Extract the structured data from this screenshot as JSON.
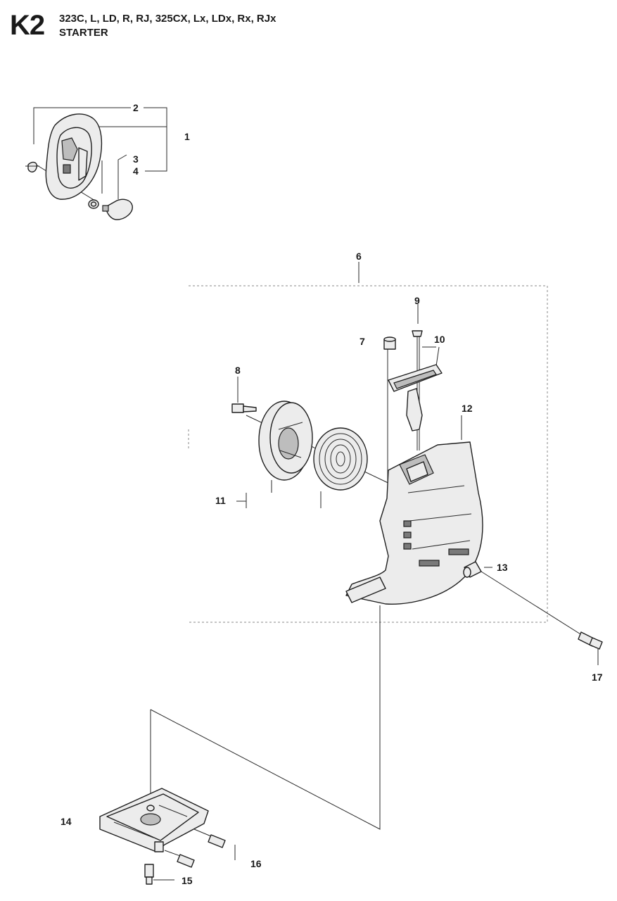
{
  "header": {
    "page_code": "K2",
    "models": "323C, L, LD, R, RJ, 325CX, Lx, LDx, Rx, RJx",
    "section_title": "STARTER"
  },
  "callouts": {
    "c1": "1",
    "c2": "2",
    "c3": "3",
    "c4": "4",
    "c6": "6",
    "c7": "7",
    "c8": "8",
    "c9": "9",
    "c10": "10",
    "c11": "11",
    "c12": "12",
    "c13": "13",
    "c14": "14",
    "c15": "15",
    "c16": "16",
    "c17": "17"
  }
}
